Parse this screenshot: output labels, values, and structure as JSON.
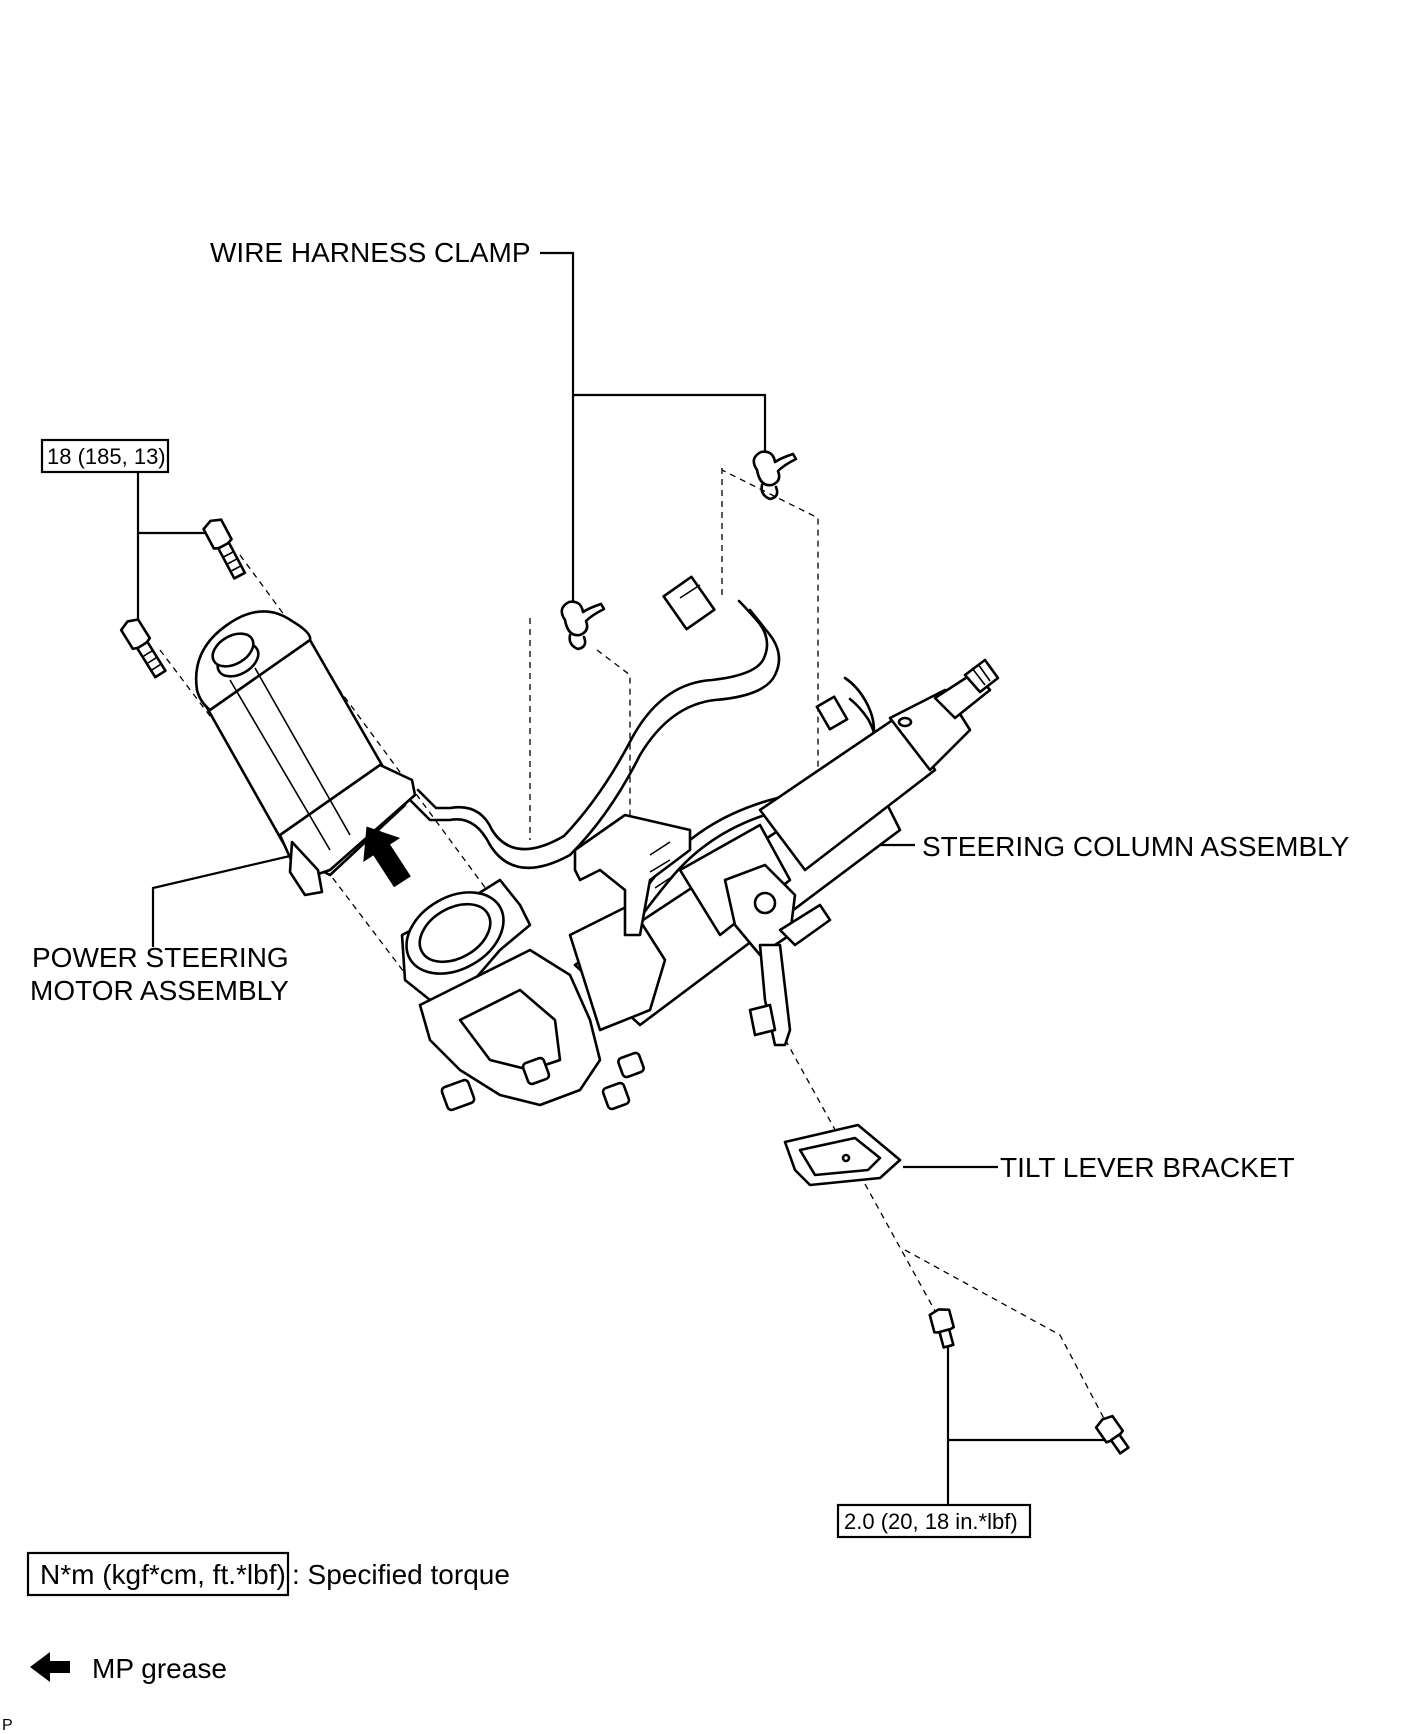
{
  "labels": {
    "wire_harness_clamp": "WIRE HARNESS CLAMP",
    "steering_column_assembly": "STEERING COLUMN ASSEMBLY",
    "power_steering_motor_line1": "POWER STEERING",
    "power_steering_motor_line2": "MOTOR ASSEMBLY",
    "tilt_lever_bracket": "TILT LEVER BRACKET"
  },
  "torque": {
    "motor_bolts": "18 (185, 13)",
    "bracket_screws": "2.0 (20, 18 in.*lbf)"
  },
  "legend": {
    "torque_units": "N*m (kgf*cm, ft.*lbf)",
    "torque_text": ": Specified torque",
    "grease_text": "MP grease",
    "grease_icon": "black-arrow-left-icon"
  },
  "corner_mark": "P"
}
